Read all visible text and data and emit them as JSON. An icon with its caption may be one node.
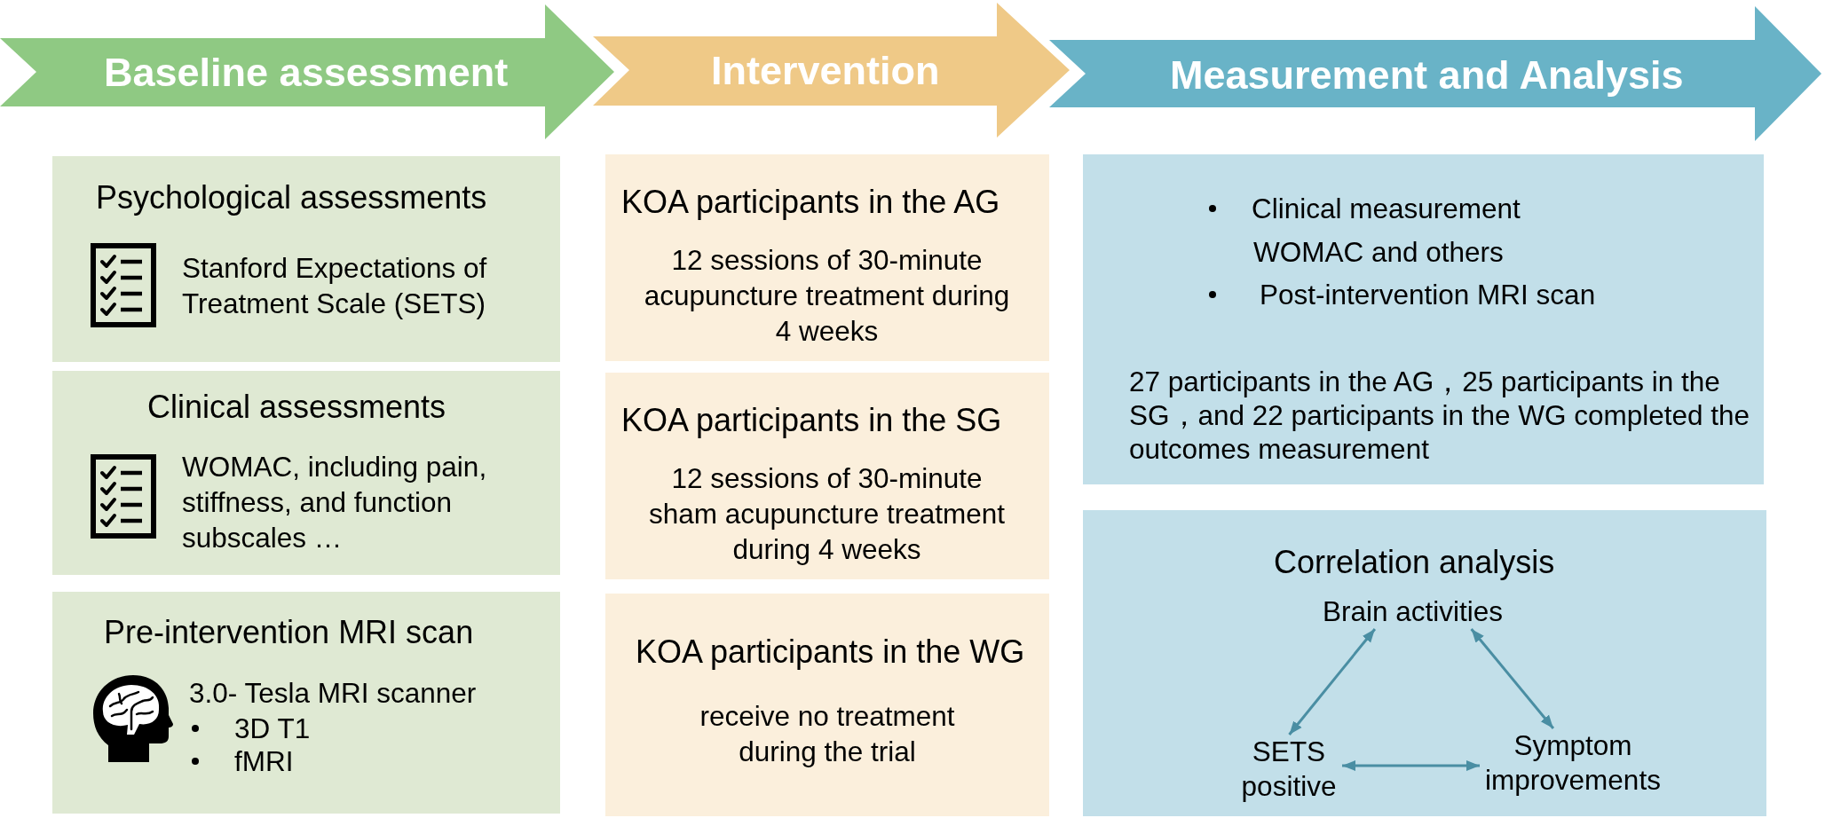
{
  "diagram": {
    "nodes": [
      {
        "text": [
          "Baseline assessment"
        ]
      },
      {
        "text": [
          "Intervention"
        ]
      },
      {
        "text": [
          "Measurement and Analysis"
        ]
      },
      {
        "text": [
          "Psychological assessments",
          "Stanford Expectations of Treatment Scale (SETS)"
        ]
      },
      {
        "text": [
          "Clinical assessments",
          "WOMAC, including pain, stiffness, and function subscales …"
        ]
      },
      {
        "text": [
          "Pre-intervention MRI scan",
          "3.0- Tesla MRI scanner",
          "3D T1",
          "fMRI"
        ]
      },
      {
        "text": [
          "KOA participants in the AG",
          "12 sessions of 30-minute acupuncture treatment during 4 weeks"
        ]
      },
      {
        "text": [
          "KOA participants in the SG",
          "12 sessions of 30-minute sham acupuncture treatment during 4 weeks"
        ]
      },
      {
        "text": [
          "KOA participants in the WG",
          "receive no treatment during the trial"
        ]
      },
      {
        "text": [
          "Clinical measurement",
          "WOMAC and others",
          "Post-intervention MRI scan",
          "27 participants in the AG，25 participants in the SG，and 22 participants in the WG completed the outcomes measurement"
        ]
      },
      {
        "text": [
          "Correlation analysis"
        ]
      },
      {
        "text": [
          "Brain activities"
        ],
        "in": 10
      },
      {
        "text": [
          "SETS positive"
        ],
        "in": 10
      },
      {
        "text": [
          "Symptom improvements"
        ],
        "in": 10
      }
    ],
    "edges": [
      {
        "from": 11,
        "to": 12,
        "arrow": "both"
      },
      {
        "from": 11,
        "to": 13,
        "arrow": "both"
      },
      {
        "from": 12,
        "to": 13,
        "arrow": "both"
      }
    ]
  }
}
